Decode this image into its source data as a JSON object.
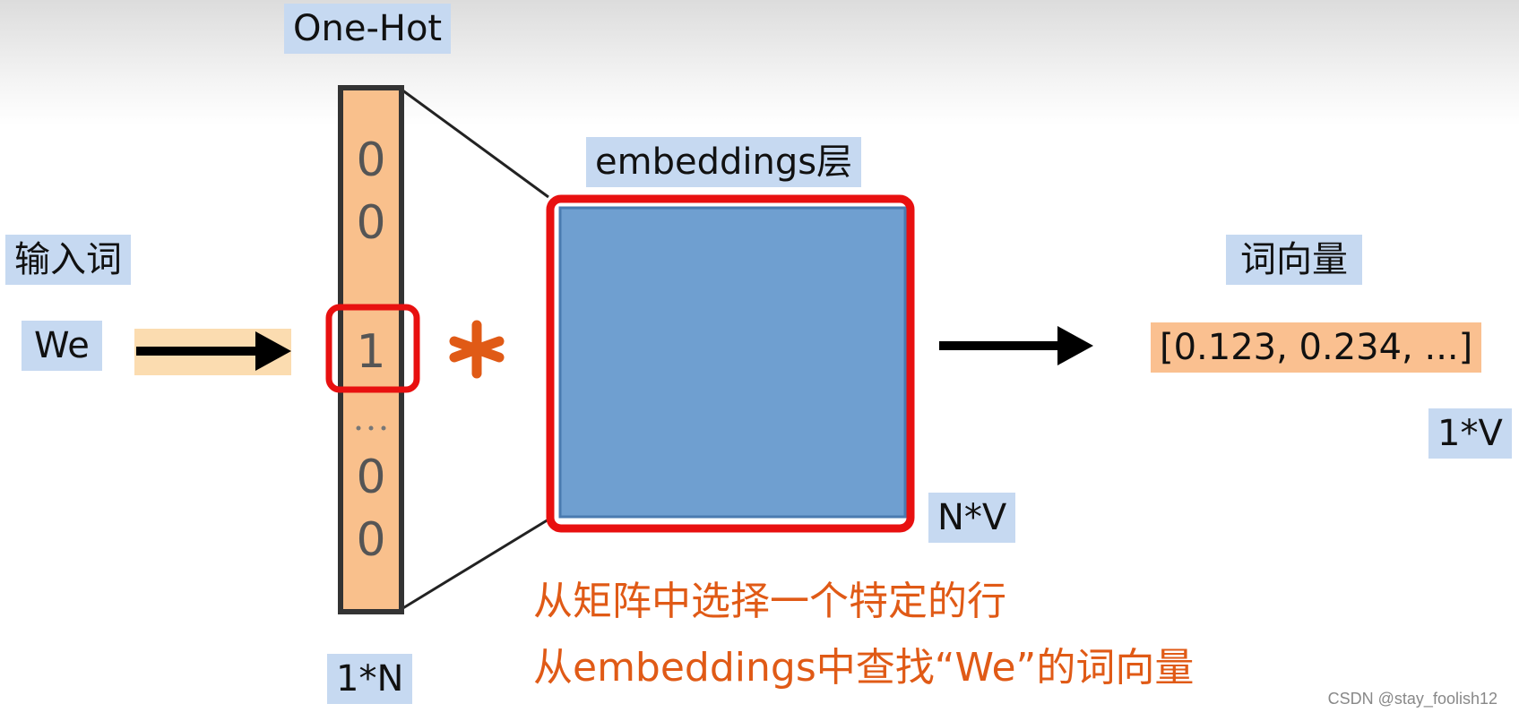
{
  "title": "One-Hot",
  "input_label": "输入词",
  "input_word": "We",
  "onehot_values": [
    "0",
    "0",
    "1",
    "0",
    "0"
  ],
  "onehot_dim": "1*N",
  "embedding_label": "embeddings层",
  "embedding_dim": "N*V",
  "output_label": "词向量",
  "output_vector": "[0.123, 0.234, ...]",
  "output_dim": "1*V",
  "note_line1": "从矩阵中选择一个特定的行",
  "note_line2": "从embeddings中查找“We”的词向量",
  "watermark": "CSDN @stay_foolish12",
  "colors": {
    "label_bg": "#c6d9f1",
    "orange_bg": "#fac090",
    "matrix_fill": "#6f9fd0",
    "highlight": "#e81010",
    "accent": "#e05a16"
  }
}
